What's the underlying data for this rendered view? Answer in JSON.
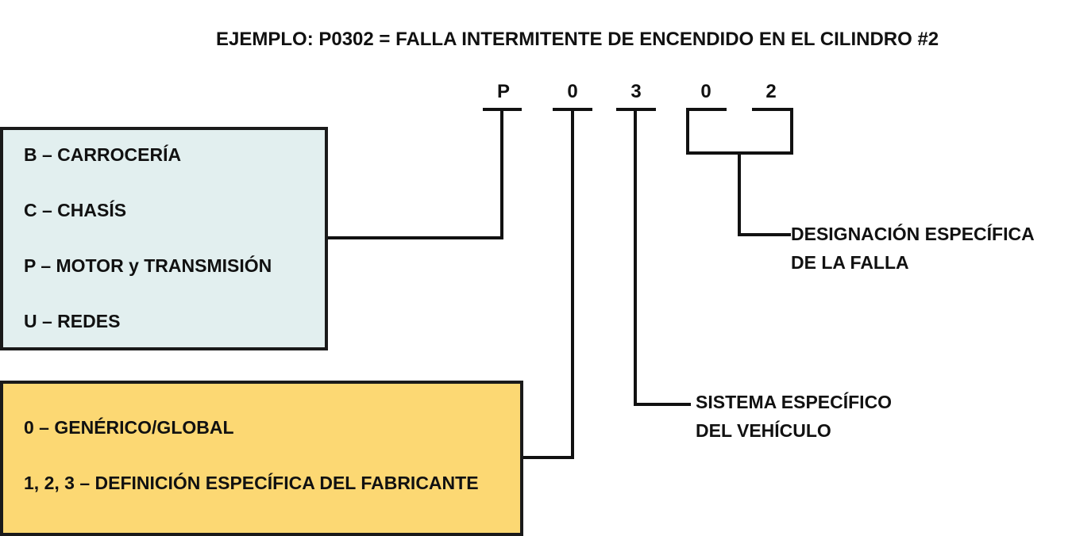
{
  "title": "EJEMPLO: P0302 = FALLA INTERMITENTE DE ENCENDIDO EN EL CILINDRO #2",
  "code": [
    "P",
    "0",
    "3",
    "0",
    "2"
  ],
  "category_box": {
    "color": "#e2efef",
    "items": [
      "B – CARROCERÍA",
      "C – CHASÍS",
      "P – MOTOR y TRANSMISIÓN",
      "U – REDES"
    ]
  },
  "type_box": {
    "color": "#fcd873",
    "items": [
      "0 – GENÉRICO/GLOBAL",
      "1, 2, 3 – DEFINICIÓN ESPECÍFICA DEL FABRICANTE"
    ]
  },
  "system_label": {
    "line1": "SISTEMA ESPECÍFICO",
    "line2": "DEL VEHÍCULO"
  },
  "fault_label": {
    "line1": "DESIGNACIÓN ESPECÍFICA",
    "line2": "DE LA FALLA"
  }
}
